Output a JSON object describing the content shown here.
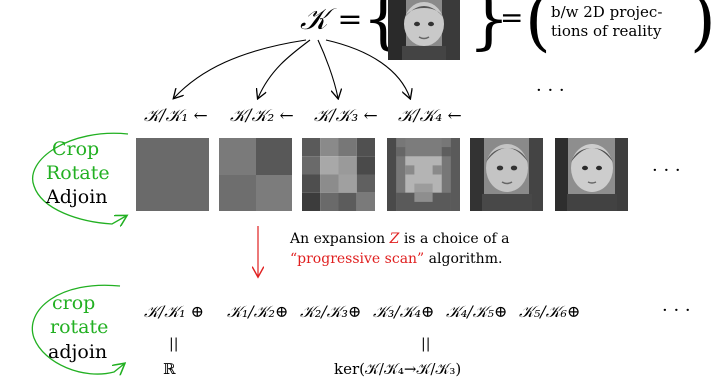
{
  "colors": {
    "green": "#22b022",
    "red": "#e02020",
    "thumb_background": "#6c6c6c"
  },
  "top": {
    "lhs": "𝒦 =",
    "equals": "=",
    "paren_text_line1": "b/w 2D projec-",
    "paren_text_line2": "tions of reality",
    "image_alt": "photo of a child"
  },
  "chain": {
    "items": [
      "𝒦/𝒦₁ ←",
      "𝒦/𝒦₂ ←",
      "𝒦/𝒦₃ ←",
      "𝒦/𝒦₄ ←"
    ],
    "ellipsis_top": "· · ·",
    "ellipsis_row": "· · ·"
  },
  "loop_upper": {
    "line1": "Crop",
    "line2": "Rotate",
    "line3": "Adjoin"
  },
  "loop_lower": {
    "line1": "crop",
    "line2": "rotate",
    "line3": "adjoin"
  },
  "note": {
    "part1": "An expansion ",
    "symbol": "Z",
    "part2": " is a choice of a",
    "highlight": "“progressive scan”",
    "part3": " algorithm."
  },
  "sum": {
    "terms": [
      "𝒦/𝒦₁ ⊕",
      "𝒦₁/𝒦₂⊕",
      "𝒦₂/𝒦₃⊕",
      "𝒦₃/𝒦₄⊕",
      "𝒦₄/𝒦₅⊕",
      "𝒦₅/𝒦₆⊕"
    ],
    "ellipsis": "· · ·",
    "eq1": "||",
    "eq2": "||",
    "reals": "ℝ",
    "kernel": "ker(𝒦/𝒦₄→𝒦/𝒦₃)"
  }
}
